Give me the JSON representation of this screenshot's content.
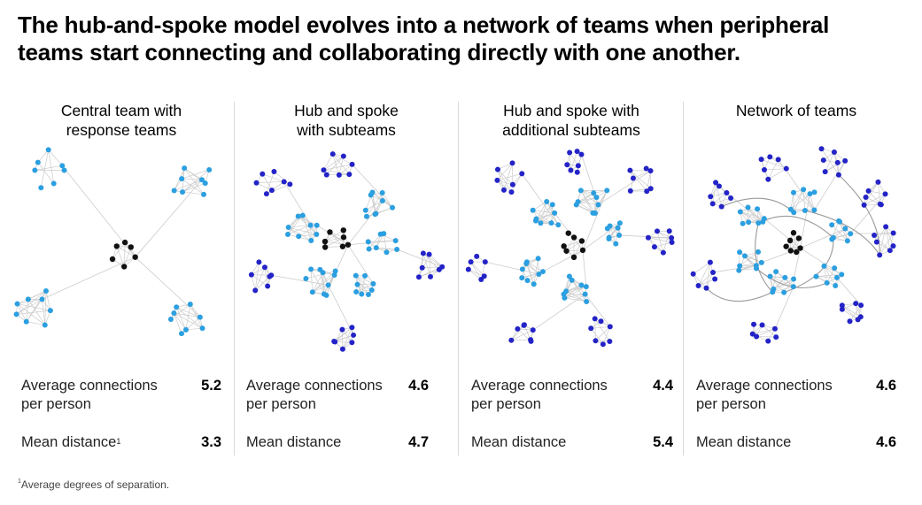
{
  "headline": {
    "line1": "The hub-and-spoke model evolves into a network of teams when peripheral",
    "line2": "teams start connecting and collaborating directly with one another."
  },
  "colors": {
    "core": "#111111",
    "inner": "#2b9fe0",
    "outer": "#2323c8",
    "edge": "#cccccc",
    "cross_edge": "#9a9a9a",
    "divider": "#d9d9d9"
  },
  "panels": [
    {
      "title_line1": "Central team with",
      "title_line2": "response teams",
      "metric1_label_line1": "Average connections",
      "metric1_label_line2": "per person",
      "metric1_value": "5.2",
      "metric2_label": "Mean distance",
      "metric2_sup": "1",
      "metric2_value": "3.3"
    },
    {
      "title_line1": "Hub and spoke",
      "title_line2": "with subteams",
      "metric1_label_line1": "Average connections",
      "metric1_label_line2": "per person",
      "metric1_value": "4.6",
      "metric2_label": "Mean distance",
      "metric2_sup": "",
      "metric2_value": "4.7"
    },
    {
      "title_line1": "Hub and spoke with",
      "title_line2": "additional subteams",
      "metric1_label_line1": "Average connections",
      "metric1_label_line2": "per person",
      "metric1_value": "4.4",
      "metric2_label": "Mean distance",
      "metric2_sup": "",
      "metric2_value": "5.4"
    },
    {
      "title_line1": "Network of teams",
      "title_line2": "",
      "metric1_label_line1": "Average connections",
      "metric1_label_line2": "per person",
      "metric1_value": "4.6",
      "metric2_label": "Mean distance",
      "metric2_sup": "",
      "metric2_value": "4.6"
    }
  ],
  "footnote": {
    "sup": "1",
    "text": "Average degrees of separation."
  }
}
